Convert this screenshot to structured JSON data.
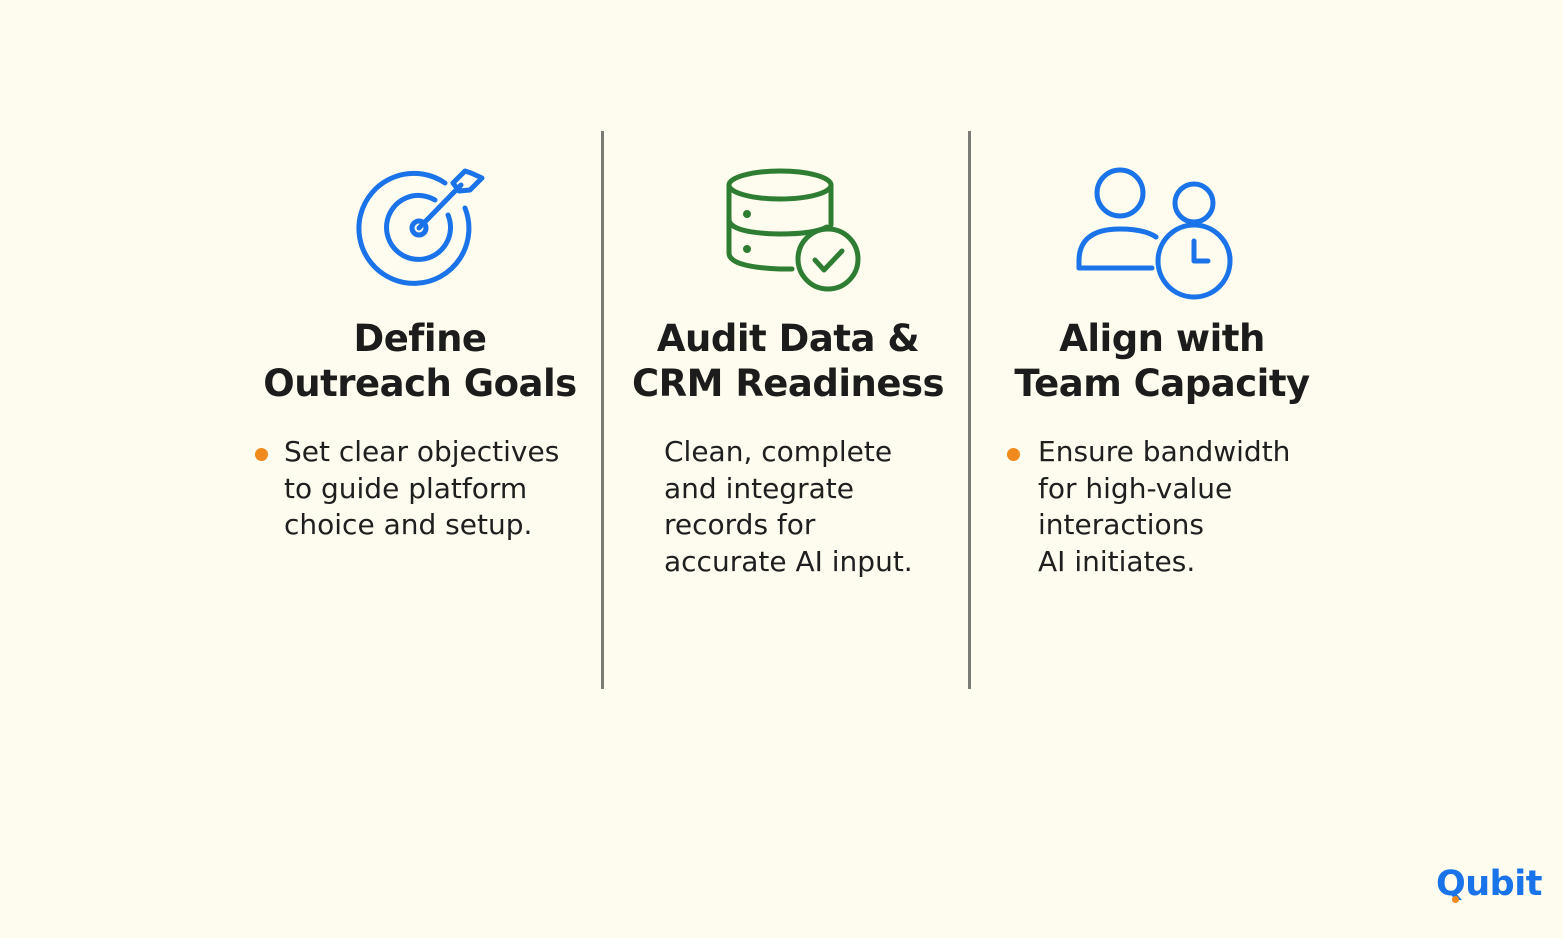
{
  "columns": [
    {
      "icon": "target-icon",
      "icon_color": "#1a73e8",
      "title_line1": "Define",
      "title_line2": "Outreach Goals",
      "has_bullet": true,
      "desc_lines": [
        "Set clear objectives",
        "to guide platform",
        "choice and setup."
      ]
    },
    {
      "icon": "database-check-icon",
      "icon_color": "#2e7d32",
      "title_line1": "Audit Data &",
      "title_line2": "CRM Readiness",
      "has_bullet": false,
      "desc_lines": [
        "Clean, complete",
        "and integrate",
        "records for",
        "accurate AI input."
      ]
    },
    {
      "icon": "team-clock-icon",
      "icon_color": "#1a73e8",
      "title_line1": "Align with",
      "title_line2": "Team Capacity",
      "has_bullet": true,
      "desc_lines": [
        "Ensure bandwidth",
        "for high-value",
        "interactions",
        "AI initiates."
      ]
    }
  ],
  "colors": {
    "background": "#fdfcee",
    "accent_blue": "#1a73e8",
    "accent_green": "#2e7d32",
    "bullet_orange": "#f08a1c",
    "divider": "#7b7b76"
  },
  "brand": {
    "logo_text": "Qubit"
  }
}
